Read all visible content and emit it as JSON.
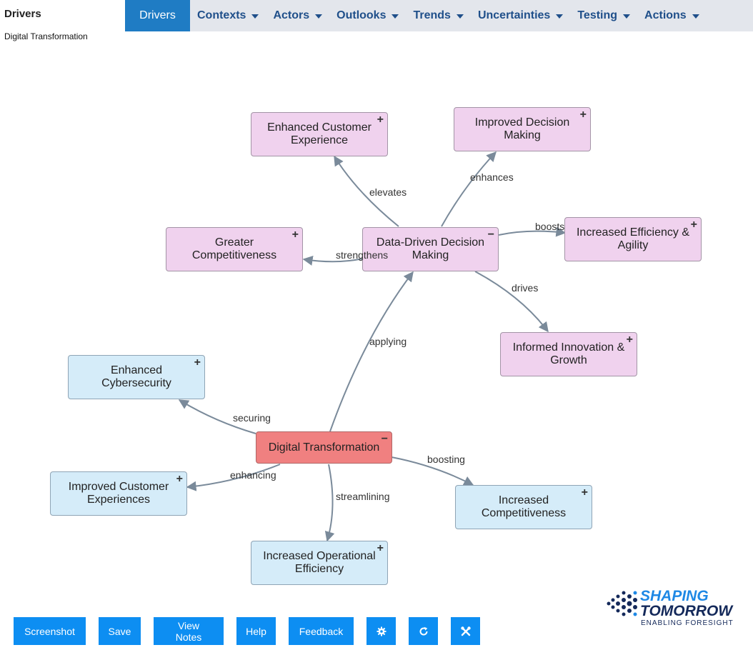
{
  "header": {
    "title": "Drivers",
    "subtitle": "Digital Transformation"
  },
  "nav": {
    "items": [
      {
        "label": "Drivers",
        "active": true
      },
      {
        "label": "Contexts"
      },
      {
        "label": "Actors"
      },
      {
        "label": "Outlooks"
      },
      {
        "label": "Trends"
      },
      {
        "label": "Uncertainties"
      },
      {
        "label": "Testing"
      },
      {
        "label": "Actions"
      }
    ]
  },
  "map": {
    "nodes": {
      "digital_transformation": {
        "label": "Digital Transformation",
        "toggle": "−",
        "color": "#f08080"
      },
      "data_driven": {
        "label": "Data-Driven Decision Making",
        "toggle": "−",
        "color": "#f0d2ee"
      },
      "enhanced_customer_experience": {
        "label": "Enhanced Customer Experience",
        "toggle": "+"
      },
      "improved_decision_making": {
        "label": "Improved Decision Making",
        "toggle": "+"
      },
      "increased_efficiency_agility": {
        "label": "Increased Efficiency & Agility",
        "toggle": "+"
      },
      "greater_competitiveness": {
        "label": "Greater Competitiveness",
        "toggle": "+"
      },
      "informed_innovation": {
        "label": "Informed Innovation & Growth",
        "toggle": "+"
      },
      "enhanced_cybersecurity": {
        "label": "Enhanced Cybersecurity",
        "toggle": "+",
        "color": "#d5ecf9"
      },
      "improved_customer_experiences": {
        "label": "Improved Customer Experiences",
        "toggle": "+"
      },
      "increased_competitiveness": {
        "label": "Increased Competitiveness",
        "toggle": "+"
      },
      "increased_operational_efficiency": {
        "label": "Increased Operational Efficiency",
        "toggle": "+"
      }
    },
    "edges": {
      "elevates": "elevates",
      "enhances": "enhances",
      "boosts": "boosts",
      "strengthens": "strengthens",
      "drives": "drives",
      "applying": "applying",
      "securing": "securing",
      "enhancing": "enhancing",
      "boosting": "boosting",
      "streamlining": "streamlining"
    }
  },
  "toolbar": {
    "screenshot": "Screenshot",
    "save": "Save",
    "view_notes": "View Notes",
    "help": "Help",
    "feedback": "Feedback",
    "settings_icon": "gear-icon",
    "refresh_icon": "refresh-icon",
    "tools_icon": "tools-icon"
  },
  "logo": {
    "line1": "SHAPING",
    "line2": "TOMORROW",
    "tagline": "ENABLING FORESIGHT"
  },
  "colors": {
    "nav_active": "#1f7cc4",
    "nav_text": "#1f4f8a",
    "button": "#0d8ef2",
    "edge": "#7a8a9a",
    "logo_blue": "#1e88e5",
    "logo_navy": "#14295a"
  }
}
